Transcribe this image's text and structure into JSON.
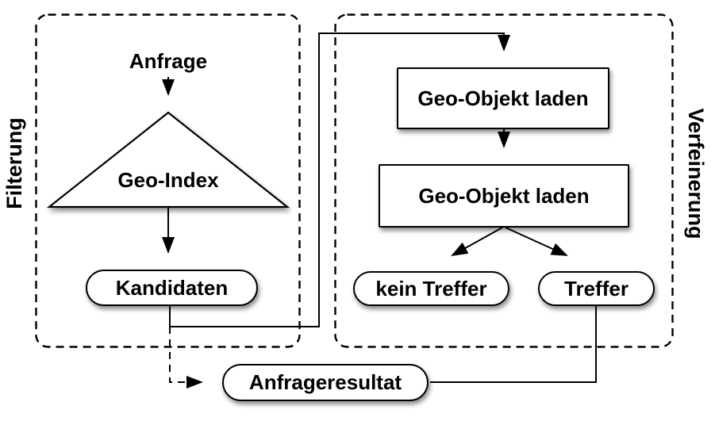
{
  "colors": {
    "background": "#ffffff",
    "stroke": "#000000",
    "fill": "#ffffff",
    "shadow": "rgba(0,0,0,0.45)"
  },
  "groups": {
    "filterung": {
      "label": "Filterung"
    },
    "verfeinerung": {
      "label": "Verfeinerung"
    }
  },
  "nodes": {
    "anfrage": {
      "label": "Anfrage",
      "shape": "text"
    },
    "geo_index": {
      "label": "Geo-Index",
      "shape": "triangle"
    },
    "kandidaten": {
      "label": "Kandidaten",
      "shape": "pill"
    },
    "geo_objekt_laden_1": {
      "label": "Geo-Objekt laden",
      "shape": "rect"
    },
    "geo_objekt_laden_2": {
      "label": "Geo-Objekt laden",
      "shape": "rect"
    },
    "kein_treffer": {
      "label": "kein Treffer",
      "shape": "pill"
    },
    "treffer": {
      "label": "Treffer",
      "shape": "pill"
    },
    "anfrageresultat": {
      "label": "Anfrageresultat",
      "shape": "pill"
    }
  },
  "edges": [
    {
      "from": "anfrage",
      "to": "geo_index",
      "style": "solid-arrow"
    },
    {
      "from": "geo_index",
      "to": "kandidaten",
      "style": "solid-arrow"
    },
    {
      "from": "kandidaten",
      "to": "geo_objekt_laden_1",
      "style": "solid-arrow"
    },
    {
      "from": "geo_objekt_laden_1",
      "to": "geo_objekt_laden_2",
      "style": "solid-arrow"
    },
    {
      "from": "geo_objekt_laden_2",
      "to": "kein_treffer",
      "style": "solid-arrow"
    },
    {
      "from": "geo_objekt_laden_2",
      "to": "treffer",
      "style": "solid-arrow"
    },
    {
      "from": "treffer",
      "to": "anfrageresultat",
      "style": "solid-line"
    },
    {
      "from": "kandidaten",
      "to": "anfrageresultat",
      "style": "dashed-arrow"
    }
  ]
}
